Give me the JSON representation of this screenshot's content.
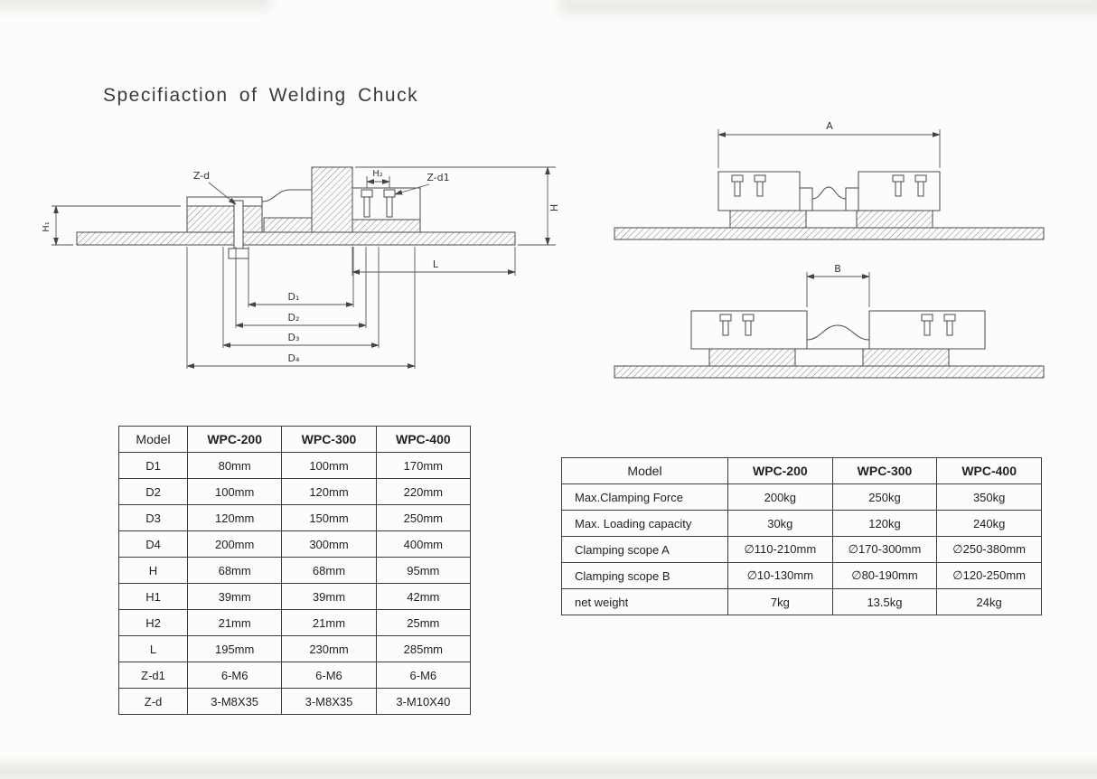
{
  "page": {
    "title": "Specifiaction of Welding Chuck"
  },
  "drawings": {
    "left_section": {
      "labels": {
        "z_d": "Z-d",
        "h2": "H₂",
        "z_d1": "Z-d1",
        "h": "H",
        "h1": "H₁",
        "l": "L",
        "d1": "D₁",
        "d2": "D₂",
        "d3": "D₃",
        "d4": "D₄"
      }
    },
    "front_view_top": {
      "dim_label": "A"
    },
    "front_view_bottom": {
      "dim_label": "B"
    }
  },
  "dimension_table": {
    "headers": [
      "Model",
      "WPC-200",
      "WPC-300",
      "WPC-400"
    ],
    "rows": [
      {
        "label": "D1",
        "values": [
          "80mm",
          "100mm",
          "170mm"
        ]
      },
      {
        "label": "D2",
        "values": [
          "100mm",
          "120mm",
          "220mm"
        ]
      },
      {
        "label": "D3",
        "values": [
          "120mm",
          "150mm",
          "250mm"
        ]
      },
      {
        "label": "D4",
        "values": [
          "200mm",
          "300mm",
          "400mm"
        ]
      },
      {
        "label": "H",
        "values": [
          "68mm",
          "68mm",
          "95mm"
        ]
      },
      {
        "label": "H1",
        "values": [
          "39mm",
          "39mm",
          "42mm"
        ]
      },
      {
        "label": "H2",
        "values": [
          "21mm",
          "21mm",
          "25mm"
        ]
      },
      {
        "label": "L",
        "values": [
          "195mm",
          "230mm",
          "285mm"
        ]
      },
      {
        "label": "Z-d1",
        "values": [
          "6-M6",
          "6-M6",
          "6-M6"
        ]
      },
      {
        "label": "Z-d",
        "values": [
          "3-M8X35",
          "3-M8X35",
          "3-M10X40"
        ]
      }
    ]
  },
  "capacity_table": {
    "headers": [
      "Model",
      "WPC-200",
      "WPC-300",
      "WPC-400"
    ],
    "rows": [
      {
        "label": "Max.Clamping Force",
        "values": [
          "200kg",
          "250kg",
          "350kg"
        ]
      },
      {
        "label": "Max. Loading capacity",
        "values": [
          "30kg",
          "120kg",
          "240kg"
        ]
      },
      {
        "label": "Clamping scope A",
        "values": [
          "∅110-210mm",
          "∅170-300mm",
          "∅250-380mm"
        ]
      },
      {
        "label": "Clamping scope B",
        "values": [
          "∅10-130mm",
          "∅80-190mm",
          "∅120-250mm"
        ]
      },
      {
        "label": "net weight",
        "values": [
          "7kg",
          "13.5kg",
          "24kg"
        ]
      }
    ]
  }
}
